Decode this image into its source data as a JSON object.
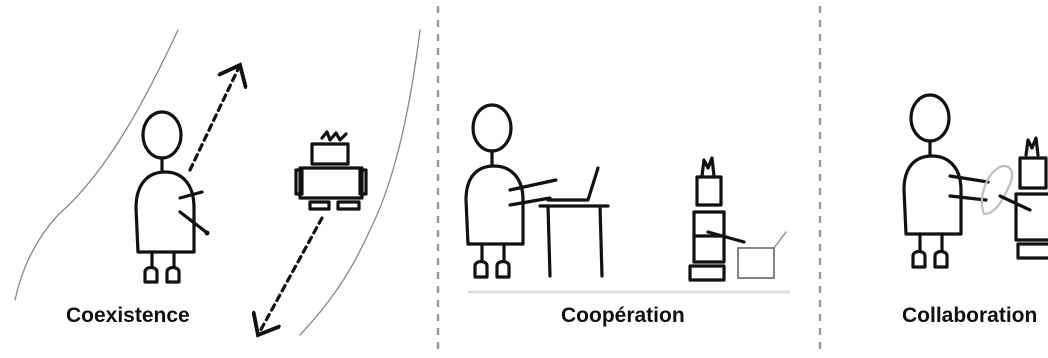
{
  "panels": [
    {
      "id": "coexistence",
      "label": "Coexistence"
    },
    {
      "id": "cooperation",
      "label": "Coopération"
    },
    {
      "id": "collaboration",
      "label": "Collaboration"
    }
  ],
  "colors": {
    "ink": "#111111",
    "robot_fill": "#a9a9a9",
    "divider": "#999999",
    "road_line": "#888888",
    "shared_object": "#bdbdbd"
  },
  "icons": [
    "stick-figure-human-icon",
    "robot-icon",
    "laptop-icon",
    "desk-icon",
    "box-icon",
    "dashed-arrow-icon"
  ]
}
